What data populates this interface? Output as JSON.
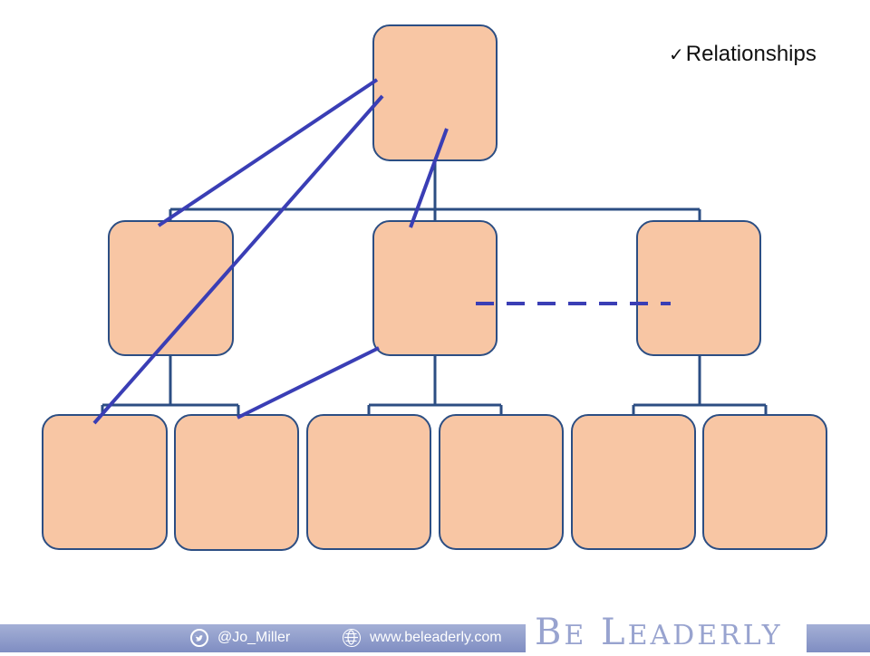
{
  "bullet": {
    "check": "✓",
    "text": "Relationships"
  },
  "org_chart": {
    "fill_color": "#f8c6a4",
    "box_border_color": "#2c4e83",
    "connector_color": "#2c4e83",
    "relationship_color": "#3a3eb5",
    "levels": [
      {
        "level": 1,
        "boxes": 1
      },
      {
        "level": 2,
        "boxes": 3
      },
      {
        "level": 3,
        "boxes": 6
      }
    ],
    "relationship_lines": 4,
    "dashed_lines": 1
  },
  "footer": {
    "twitter_icon": "twitter-icon",
    "twitter_handle": "@Jo_Miller",
    "globe_icon": "globe-icon",
    "website": "www.beleaderly.com",
    "brand_b": "B",
    "brand_e": "E",
    "brand_l": "L",
    "brand_rest": "EADERLY",
    "bar_color": "#8d99c9"
  }
}
